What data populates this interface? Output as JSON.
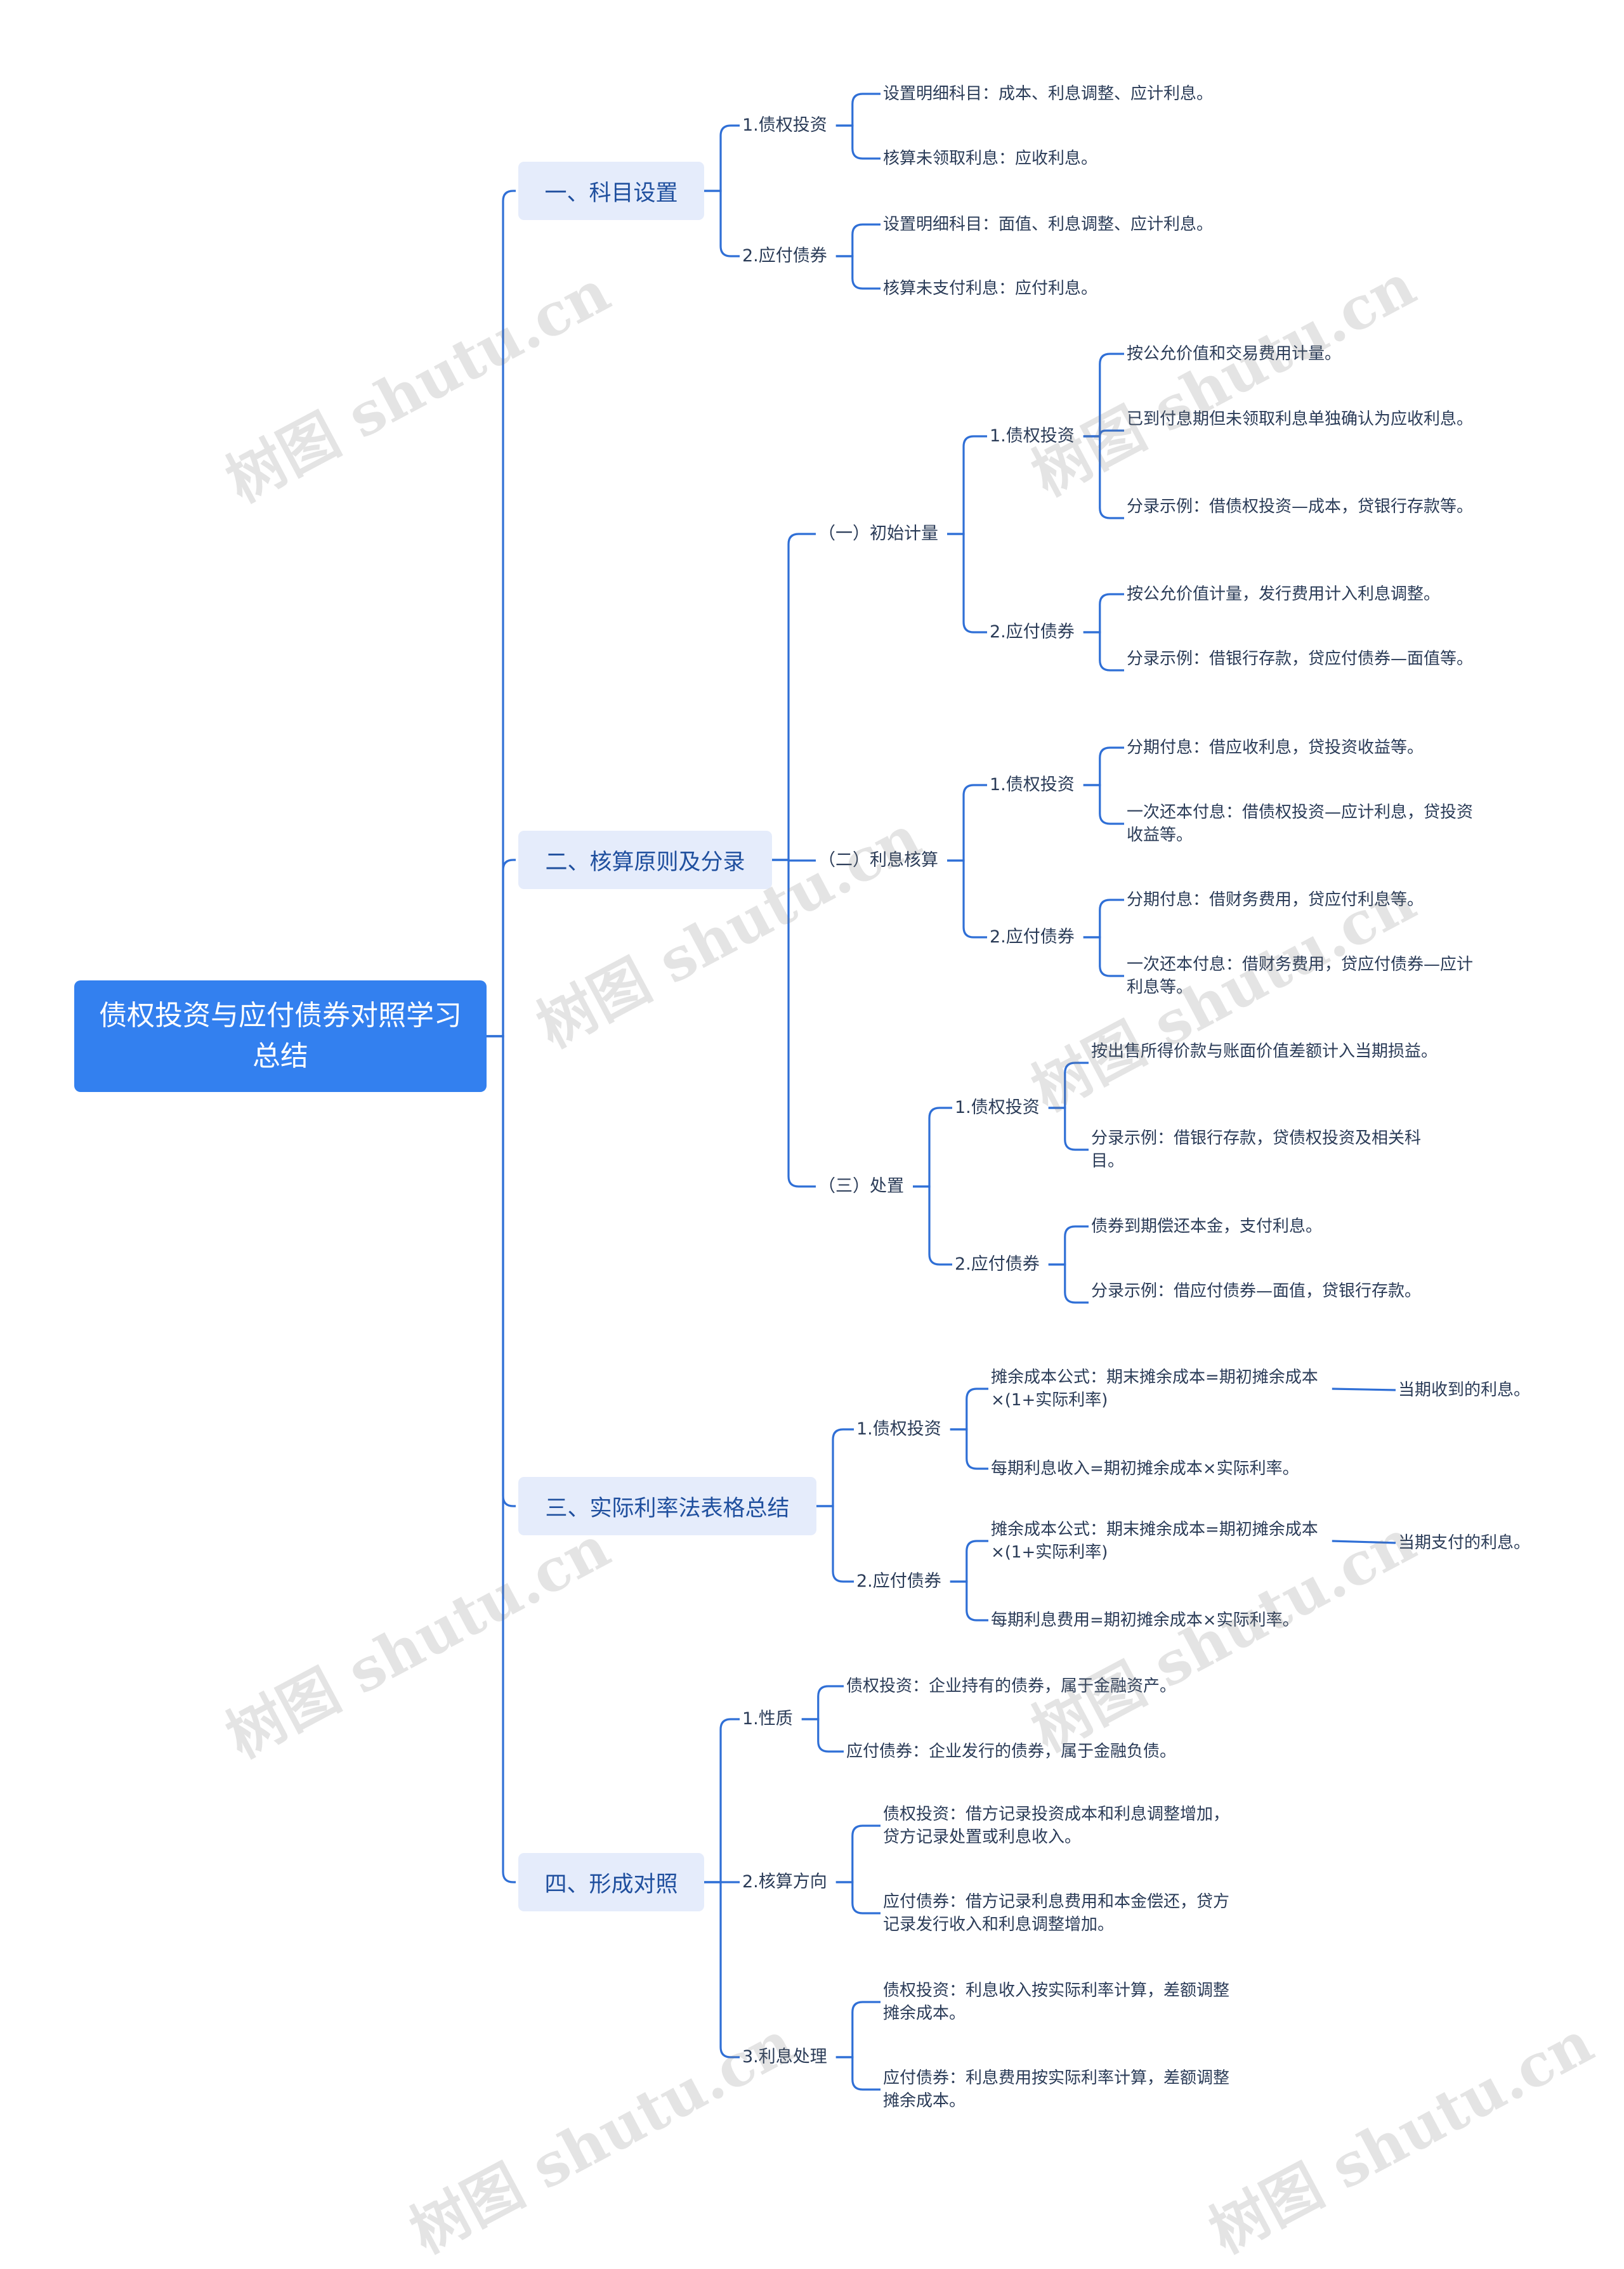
{
  "watermark": "树图 shutu.cn",
  "colors": {
    "line": "#2f6fd6",
    "root_bg": "#3380ef",
    "branch_bg": "#e5ecfb",
    "branch_text": "#1f4f9e",
    "text": "#2a3b57"
  },
  "root": "债权投资与应付债券对照学习总结",
  "sections": [
    {
      "label": "一、科目设置",
      "items": [
        {
          "label": "1.债权投资",
          "items": [
            "设置明细科目：成本、利息调整、应计利息。",
            "核算未领取利息：应收利息。"
          ]
        },
        {
          "label": "2.应付债券",
          "items": [
            "设置明细科目：面值、利息调整、应计利息。",
            "核算未支付利息：应付利息。"
          ]
        }
      ]
    },
    {
      "label": "二、核算原则及分录",
      "items": [
        {
          "label": "（一）初始计量",
          "items": [
            {
              "label": "1.债权投资",
              "items": [
                "按公允价值和交易费用计量。",
                "已到付息期但未领取利息单独确认为应收利息。",
                "分录示例：借债权投资—成本，贷银行存款等。"
              ]
            },
            {
              "label": "2.应付债券",
              "items": [
                "按公允价值计量，发行费用计入利息调整。",
                "分录示例：借银行存款，贷应付债券—面值等。"
              ]
            }
          ]
        },
        {
          "label": "（二）利息核算",
          "items": [
            {
              "label": "1.债权投资",
              "items": [
                "分期付息：借应收利息，贷投资收益等。",
                "一次还本付息：借债权投资—应计利息，贷投资收益等。"
              ]
            },
            {
              "label": "2.应付债券",
              "items": [
                "分期付息：借财务费用，贷应付利息等。",
                "一次还本付息：借财务费用，贷应付债券—应计利息等。"
              ]
            }
          ]
        },
        {
          "label": "（三）处置",
          "items": [
            {
              "label": "1.债权投资",
              "items": [
                "按出售所得价款与账面价值差额计入当期损益。",
                "分录示例：借银行存款，贷债权投资及相关科目。"
              ]
            },
            {
              "label": "2.应付债券",
              "items": [
                "债券到期偿还本金，支付利息。",
                "分录示例：借应付债券—面值，贷银行存款。"
              ]
            }
          ]
        }
      ]
    },
    {
      "label": "三、实际利率法表格总结",
      "items": [
        {
          "label": "1.债权投资",
          "items": [
            {
              "label": "摊余成本公式：期末摊余成本=期初摊余成本×(1+实际利率)",
              "items": [
                "当期收到的利息。"
              ]
            },
            "每期利息收入=期初摊余成本×实际利率。"
          ]
        },
        {
          "label": "2.应付债券",
          "items": [
            {
              "label": "摊余成本公式：期末摊余成本=期初摊余成本×(1+实际利率)",
              "items": [
                "当期支付的利息。"
              ]
            },
            "每期利息费用=期初摊余成本×实际利率。"
          ]
        }
      ]
    },
    {
      "label": "四、形成对照",
      "items": [
        {
          "label": "1.性质",
          "items": [
            "债权投资：企业持有的债券，属于金融资产。",
            "应付债券：企业发行的债券，属于金融负债。"
          ]
        },
        {
          "label": "2.核算方向",
          "items": [
            "债权投资：借方记录投资成本和利息调整增加，贷方记录处置或利息收入。",
            "应付债券：借方记录利息费用和本金偿还，贷方记录发行收入和利息调整增加。"
          ]
        },
        {
          "label": "3.利息处理",
          "items": [
            "债权投资：利息收入按实际利率计算，差额调整摊余成本。",
            "应付债券：利息费用按实际利率计算，差额调整摊余成本。"
          ]
        }
      ]
    }
  ]
}
